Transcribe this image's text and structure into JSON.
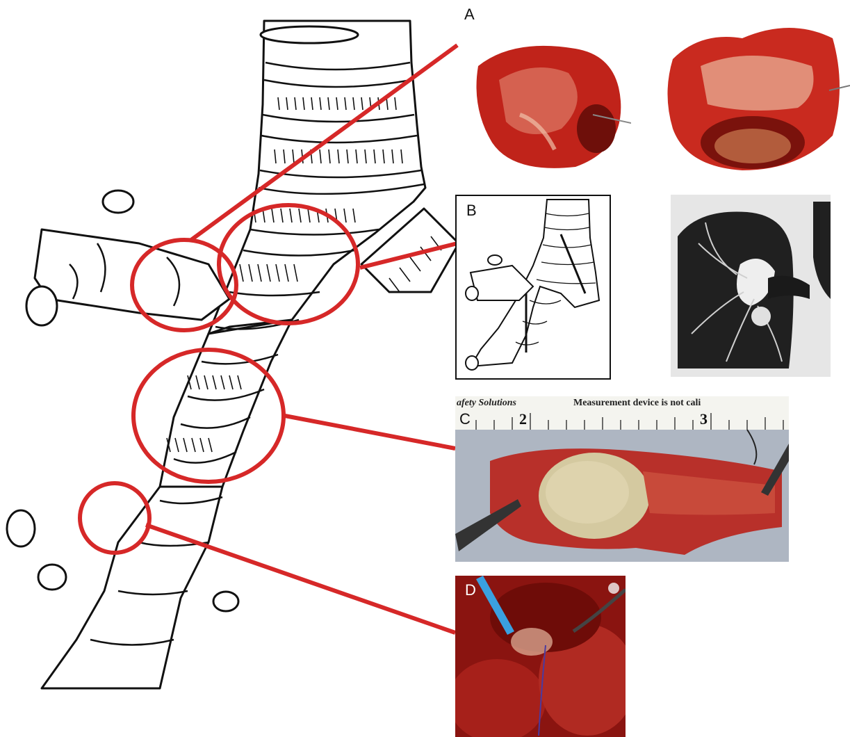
{
  "panels": [
    {
      "id": "A",
      "label": "A"
    },
    {
      "id": "B",
      "label": "B"
    },
    {
      "id": "C",
      "label": "C"
    },
    {
      "id": "D",
      "label": "D"
    }
  ],
  "ruler": {
    "left_text": "afety Solutions",
    "right_text": "Measurement device is not cali",
    "marks": [
      "2",
      "3"
    ]
  },
  "colors": {
    "callout": "#d62828",
    "tissue": "#c0231a",
    "ct_dark": "#202020",
    "ct_light": "#e6e6e6"
  }
}
